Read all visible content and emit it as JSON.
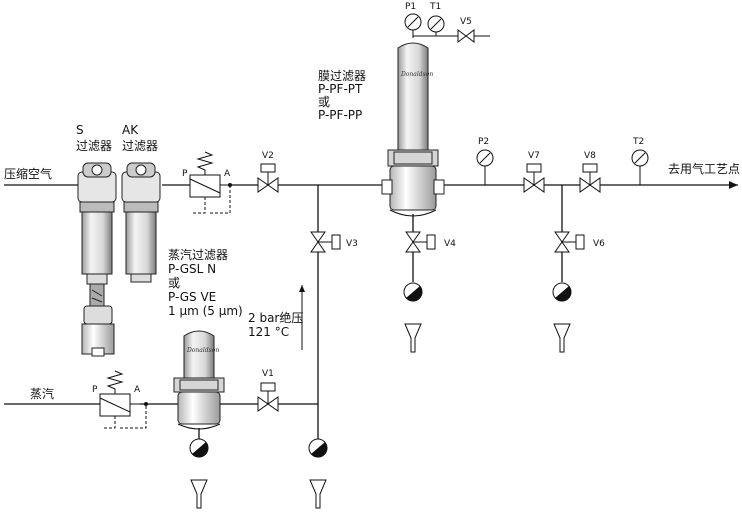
{
  "labels": {
    "compressed_air": "压缩空气",
    "to_process_air": "去用气工艺点",
    "steam": "蒸汽",
    "s_filter_line1": "S",
    "s_filter_line2": "过滤器",
    "ak_filter_line1": "AK",
    "ak_filter_line2": "过滤器",
    "membrane_filter": [
      "膜过滤器",
      "P-PF-PT",
      "或",
      "P-PF-PP"
    ],
    "steam_filter": [
      "蒸汽过滤器",
      "P-GSL N",
      "或",
      "P-GS VE",
      "1 μm (5 μm)"
    ],
    "pressure_note": [
      "2 bar绝压",
      "121 °C"
    ],
    "brand": "Donaldson",
    "port_p": "P",
    "port_a": "A"
  },
  "instruments": {
    "P1": "P1",
    "T1": "T1",
    "P2": "P2",
    "T2": "T2"
  },
  "valves": {
    "V1": "V1",
    "V2": "V2",
    "V3": "V3",
    "V4": "V4",
    "V5": "V5",
    "V6": "V6",
    "V7": "V7",
    "V8": "V8"
  }
}
